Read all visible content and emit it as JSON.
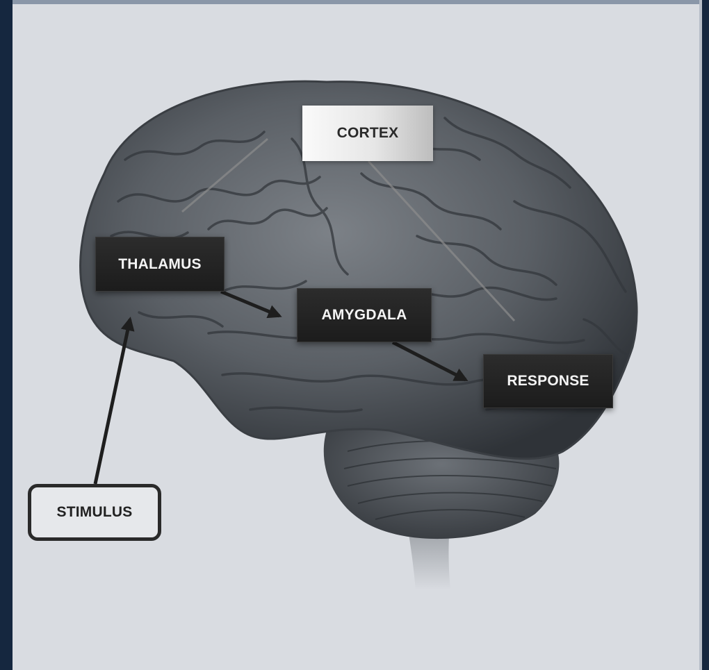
{
  "diagram": {
    "labels": {
      "cortex": "CORTEX",
      "thalamus": "THALAMUS",
      "amygdala": "AMYGDALA",
      "response": "RESPONSE",
      "stimulus": "STIMULUS"
    },
    "colors": {
      "background_frame": "#15273f",
      "panel": "#d9dce1",
      "brain": "#555a60",
      "label_dark": "#222222",
      "label_light": "#e6e6e6",
      "arrow": "#1e1e1e"
    },
    "icons": [
      "brain-illustration"
    ]
  }
}
